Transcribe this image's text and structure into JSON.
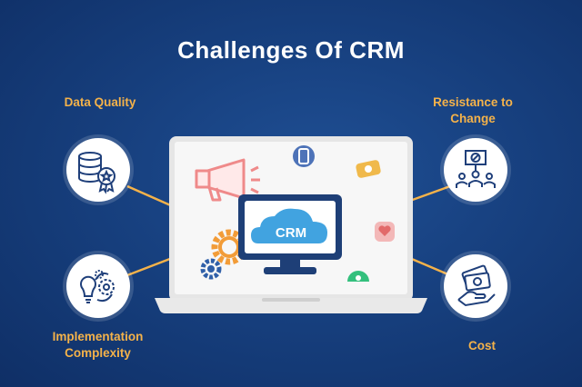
{
  "title": "Challenges Of CRM",
  "challenges": [
    {
      "label": "Data Quality",
      "icon": "database-award-icon"
    },
    {
      "label": "Resistance to Change",
      "icon": "protest-icon"
    },
    {
      "label": "Implementation Complexity",
      "icon": "gears-lightbulb-icon"
    },
    {
      "label": "Cost",
      "icon": "money-hand-icon"
    }
  ],
  "laptop": {
    "screen_text": "CRM"
  },
  "colors": {
    "background": "#17407f",
    "accent": "#f4b24a",
    "title": "#ffffff",
    "icon_stroke": "#1f3f7a"
  }
}
